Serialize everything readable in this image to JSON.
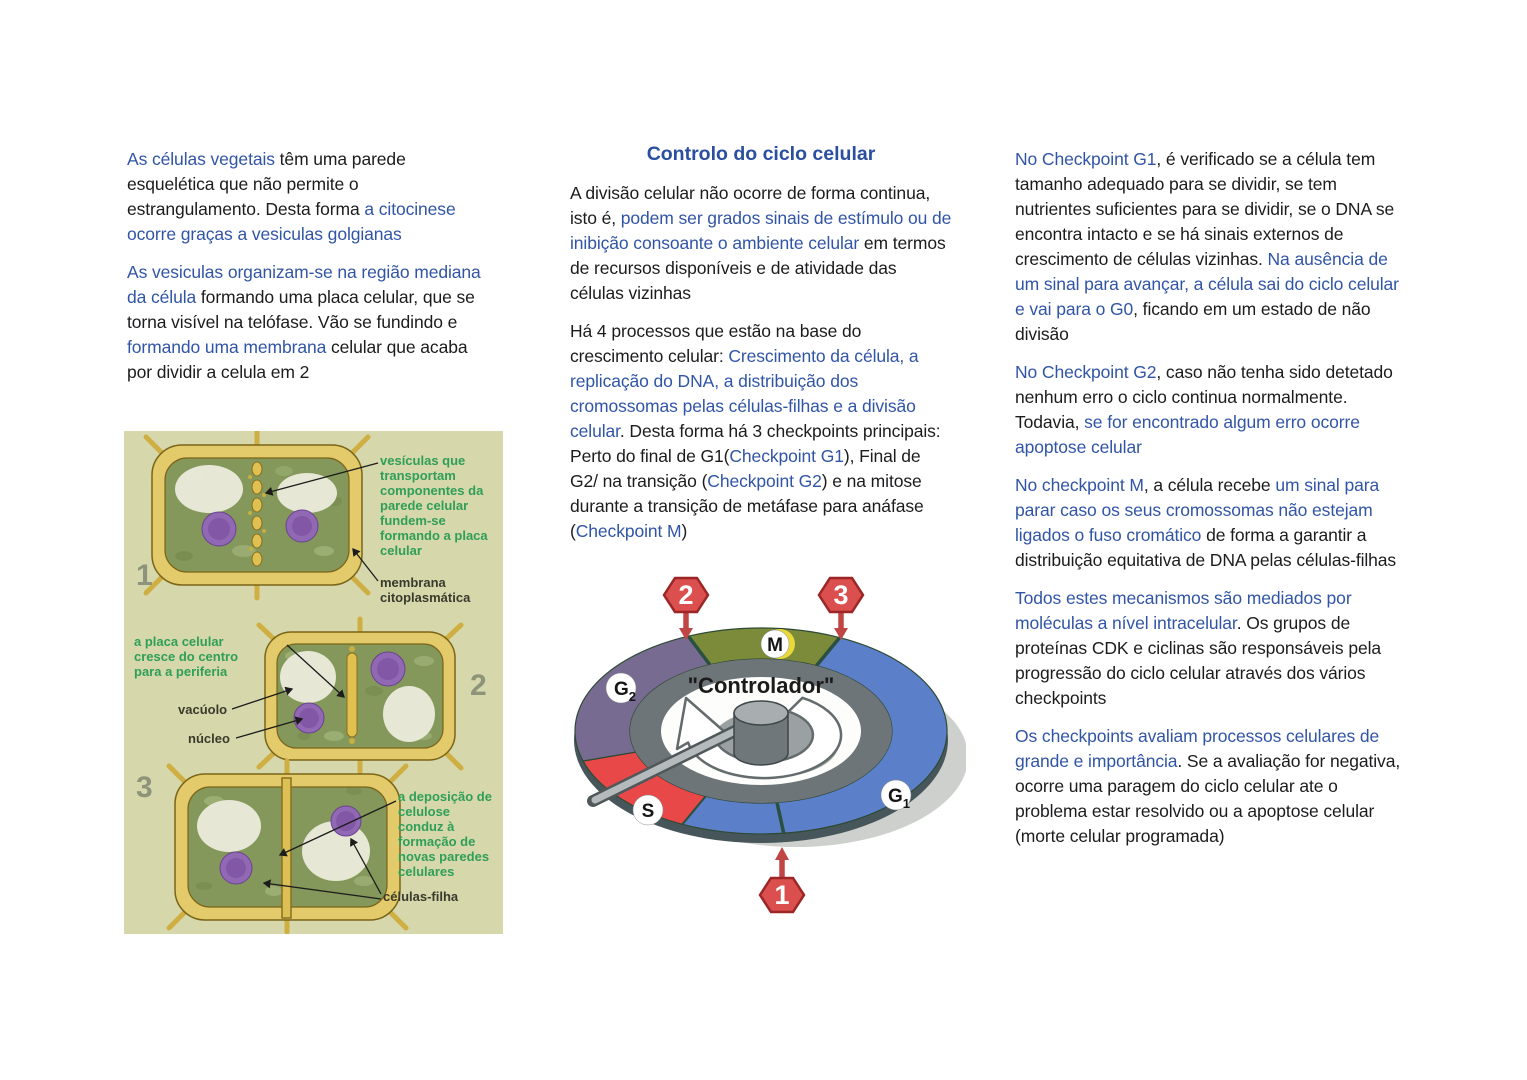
{
  "palette": {
    "text_blue": "#3155a6",
    "text_black": "#1c1c1e",
    "title_blue": "#2b4fa0",
    "figure_bg": "#d6d8ac",
    "figure_label_green": "#2f9e57",
    "figure_label_dark": "#3a3a2c",
    "stage_number": "#8d947a",
    "phase_g1": "#5b7fc8",
    "phase_g2": "#786b91",
    "phase_s": "#e84848",
    "phase_m": "#7c8b3a",
    "marker_red": "#db4f4f"
  },
  "left_column": {
    "paragraphs": [
      {
        "spans": [
          {
            "t": "As células vegetais",
            "c": "blue"
          },
          {
            "t": " têm uma parede esquelética que não permite o estrangulamento. Desta forma ",
            "c": "black"
          },
          {
            "t": "a citocinese ocorre graças a vesiculas golgianas",
            "c": "blue"
          }
        ]
      },
      {
        "spans": [
          {
            "t": "As vesiculas organizam-se na região mediana da célula",
            "c": "blue"
          },
          {
            "t": " formando uma placa celular, que se torna visível na telófase. Vão se fundindo e ",
            "c": "black"
          },
          {
            "t": "formando uma membrana",
            "c": "blue"
          },
          {
            "t": " celular que acaba por dividir a celula em 2",
            "c": "black"
          }
        ]
      }
    ],
    "figure": {
      "stages": [
        "1",
        "2",
        "3"
      ],
      "labels": {
        "vesiculas": "vesículas que transportam componentes da parede celular fundem-se formando a placa celular",
        "membrana": "membrana citoplasmática",
        "placa": "a placa celular cresce do centro para a periferia",
        "vacuolo": "vacúolo",
        "nucleo": "núcleo",
        "deposicao": "a deposição de celulose conduz à formação de novas paredes celulares",
        "celulas_filha": "células-filha"
      }
    }
  },
  "middle_column": {
    "title": "Controlo do ciclo celular",
    "paragraphs": [
      {
        "spans": [
          {
            "t": "A divisão celular não ocorre de forma continua, isto é, ",
            "c": "black"
          },
          {
            "t": "podem ser grados sinais de estímulo ou de inibição consoante o ambiente celular",
            "c": "blue"
          },
          {
            "t": " em termos de recursos disponíveis e de atividade das células vizinhas",
            "c": "black"
          }
        ]
      },
      {
        "spans": [
          {
            "t": "Há 4 processos que estão na base do crescimento celular: ",
            "c": "black"
          },
          {
            "t": "Crescimento da célula, a replicação do DNA, a distribuição dos cromossomas pelas células-filhas e a divisão celular",
            "c": "blue"
          },
          {
            "t": ". Desta forma há 3 checkpoints principais: Perto do final de G1(",
            "c": "black"
          },
          {
            "t": "Checkpoint G1",
            "c": "blue"
          },
          {
            "t": "), Final de G2/ na transição (",
            "c": "black"
          },
          {
            "t": "Checkpoint G2",
            "c": "blue"
          },
          {
            "t": ") e na mitose durante a transição de metáfase para anáfase (",
            "c": "black"
          },
          {
            "t": "Checkpoint M",
            "c": "blue"
          },
          {
            "t": ")",
            "c": "black"
          }
        ]
      }
    ],
    "diagram": {
      "center_label": "\"Controlador\"",
      "phases": {
        "g1": {
          "main": "G",
          "sub": "1"
        },
        "g2": {
          "main": "G",
          "sub": "2"
        },
        "s": {
          "main": "S",
          "sub": ""
        },
        "m": {
          "main": "M",
          "sub": ""
        }
      },
      "checkpoints": {
        "c1": "1",
        "c2": "2",
        "c3": "3"
      }
    }
  },
  "right_column": {
    "paragraphs": [
      {
        "spans": [
          {
            "t": "No Checkpoint G1",
            "c": "blue"
          },
          {
            "t": ", é verificado se a célula tem tamanho adequado para se dividir, se tem nutrientes suficientes para se dividir, se o DNA se encontra intacto e se há sinais externos de crescimento de células vizinhas. ",
            "c": "black"
          },
          {
            "t": "Na ausência de um sinal para avançar, a célula sai do ciclo celular e vai para o G0",
            "c": "blue"
          },
          {
            "t": ", ficando em um estado de não divisão",
            "c": "black"
          }
        ]
      },
      {
        "spans": [
          {
            "t": "No Checkpoint G2",
            "c": "blue"
          },
          {
            "t": ", caso não tenha sido detetado nenhum erro o ciclo continua normalmente. Todavia, ",
            "c": "black"
          },
          {
            "t": "se for encontrado algum erro ocorre apoptose celular",
            "c": "blue"
          }
        ]
      },
      {
        "spans": [
          {
            "t": "No checkpoint M",
            "c": "blue"
          },
          {
            "t": ", a célula recebe ",
            "c": "black"
          },
          {
            "t": "um sinal para parar caso os seus cromossomas não estejam ligados o fuso cromático",
            "c": "blue"
          },
          {
            "t": " de forma a garantir a distribuição equitativa de DNA pelas células-filhas",
            "c": "black"
          }
        ]
      },
      {
        "spans": [
          {
            "t": "Todos estes mecanismos são mediados por moléculas a nível intracelular",
            "c": "blue"
          },
          {
            "t": ". Os grupos de proteínas CDK e ciclinas são responsáveis pela progressão do ciclo celular através dos vários checkpoints",
            "c": "black"
          }
        ]
      },
      {
        "spans": [
          {
            "t": "Os checkpoints avaliam processos celulares de grande e importância",
            "c": "blue"
          },
          {
            "t": ". Se a avaliação for negativa, ocorre uma paragem do ciclo celular ate o problema estar resolvido ou a apoptose celular (morte celular programada)",
            "c": "black"
          }
        ]
      }
    ]
  }
}
